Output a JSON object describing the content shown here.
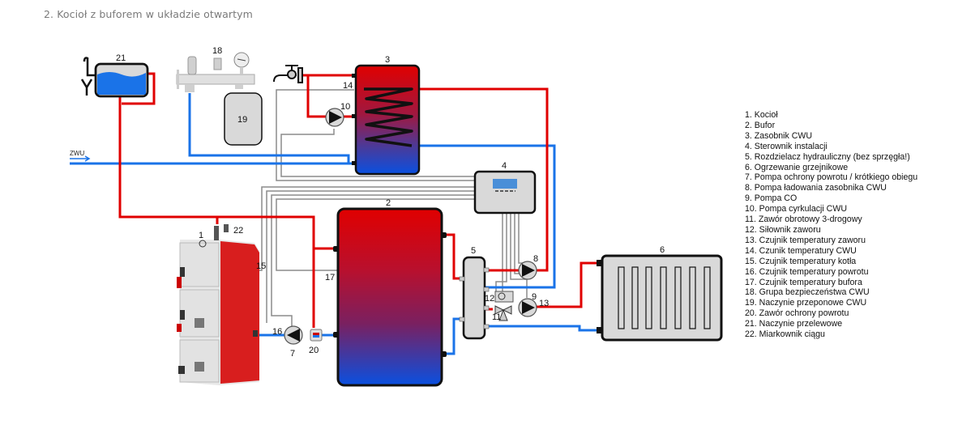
{
  "caption": "2. Kocioł z buforem w układzie otwartym",
  "colors": {
    "hot_pipe": "#e00000",
    "cold_pipe": "#1a73e8",
    "wire": "#8c8c8c",
    "device_fill": "#d9d9d9",
    "display": "#4a8fd8"
  },
  "labels": {
    "boiler": "1",
    "buffer": "2",
    "dhw_tank": "3",
    "controller": "4",
    "distributor": "5",
    "radiator": "6",
    "pump_return": "7",
    "pump_dhw": "8",
    "pump_co": "9",
    "pump_circ": "10",
    "valve_3way": "11",
    "actuator": "12",
    "sensor_valve": "13",
    "sensor_dhw": "14",
    "sensor_boiler": "15",
    "sensor_return": "16",
    "sensor_buffer": "17",
    "safety_group": "18",
    "expansion_dhw": "19",
    "return_valve": "20",
    "overflow_vessel": "21",
    "draft_regulator": "22",
    "cold_water_inlet": "ZWU"
  },
  "legend": [
    "1. Kocioł",
    "2. Bufor",
    "3. Zasobnik CWU",
    "4. Sterownik instalacji",
    "5. Rozdzielacz hydrauliczny (bez sprzęgła!)",
    "6. Ogrzewanie grzejnikowe",
    "7. Pompa ochrony powrotu / krótkiego obiegu",
    "8. Pompa ładowania zasobnika CWU",
    "9. Pompa CO",
    "10. Pompa cyrkulacji CWU",
    "11. Zawór obrotowy 3-drogowy",
    "12. Siłownik zaworu",
    "13. Czujnik temperatury zaworu",
    "14. Czunik temperatury CWU",
    "15. Czujnik temperatury kotła",
    "16. Czujnik temperatury powrotu",
    "17. Czujnik temperatury bufora",
    "18. Grupa bezpieczeństwa CWU",
    "19. Naczynie przeponowe CWU",
    "20. Zawór ochrony powrotu",
    "21. Naczynie przelewowe",
    "22. Miarkownik ciągu"
  ]
}
